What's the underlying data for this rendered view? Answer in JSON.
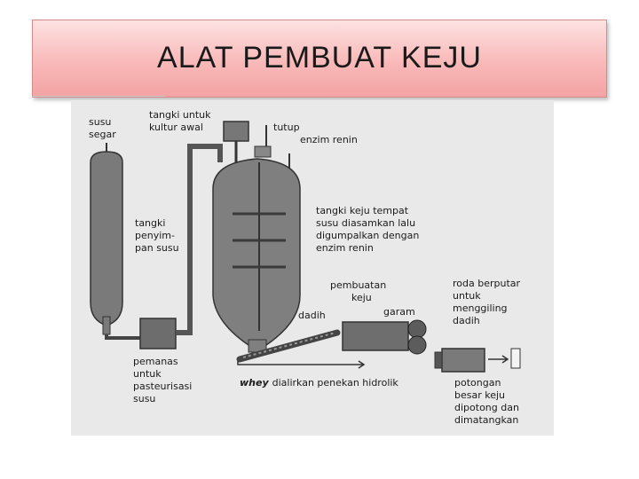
{
  "slide": {
    "title": "ALAT PEMBUAT KEJU"
  },
  "labels": {
    "susu_segar": [
      "susu",
      "segar"
    ],
    "tangki_kultur": [
      "tangki untuk",
      "kultur awal"
    ],
    "tutup": "tutup",
    "enzim_renin": "enzim renin",
    "tangki_penyimpan": [
      "tangki",
      "penyim-",
      "pan susu"
    ],
    "tangki_keju": [
      "tangki keju tempat",
      "susu diasamkan lalu",
      "digumpalkan dengan",
      "enzim renin"
    ],
    "pembuatan_keju": [
      "pembuatan",
      "keju"
    ],
    "dadih": "dadih",
    "garam": "garam",
    "roda": [
      "roda berputar",
      "untuk",
      "menggiling",
      "dadih"
    ],
    "pemanas": [
      "pemanas",
      "untuk",
      "pasteurisasi",
      "susu"
    ],
    "whey": "whey",
    "whey_rest": "dialirkan penekan hidrolik",
    "potongan": [
      "potongan",
      "besar keju",
      "dipotong dan",
      "dimatangkan"
    ]
  }
}
